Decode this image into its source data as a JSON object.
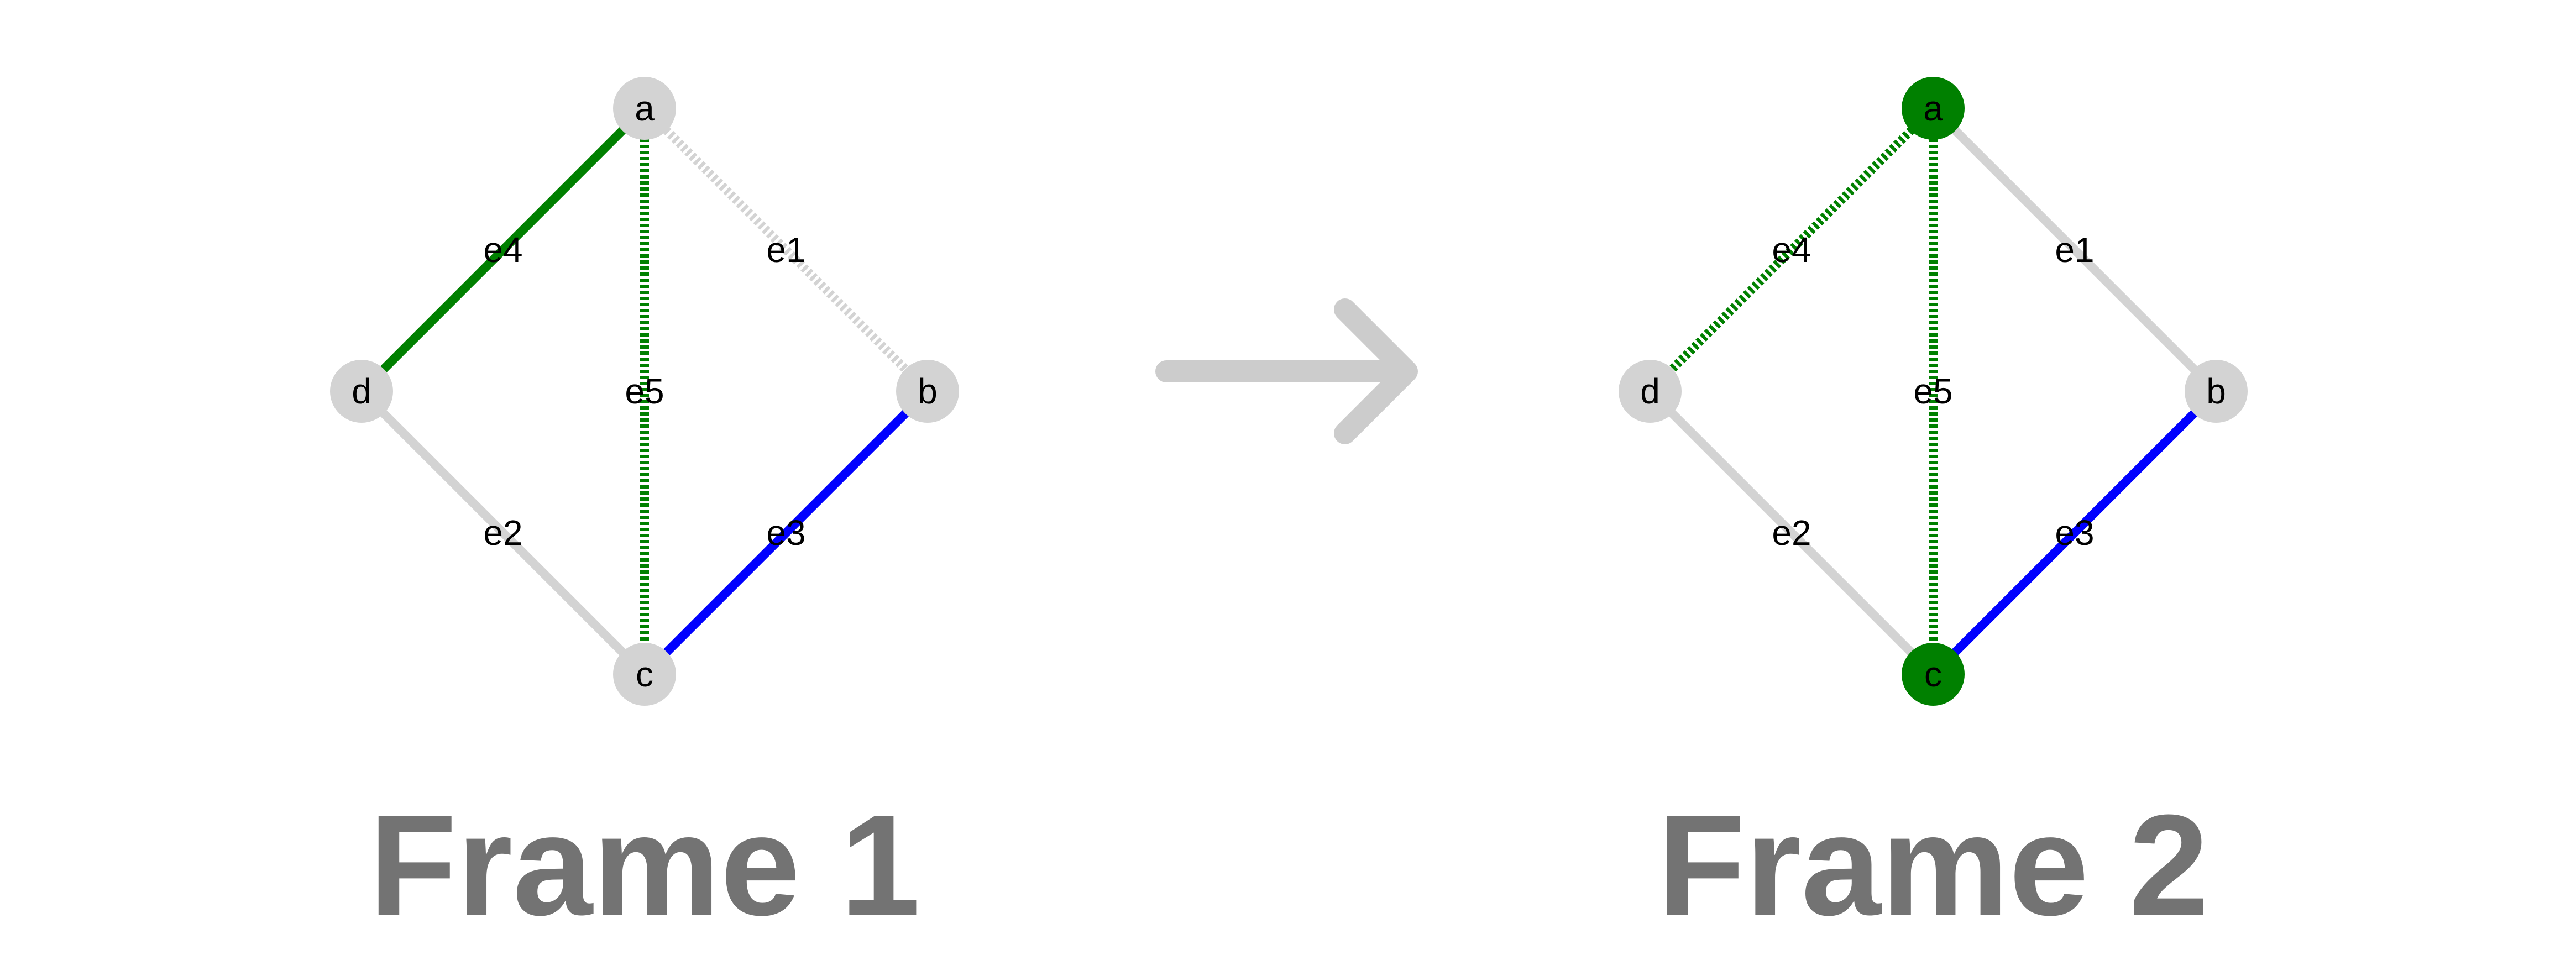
{
  "colors": {
    "background": "#ffffff",
    "node_default": "#d3d3d3",
    "node_active": "#008000",
    "edge_default": "#d3d3d3",
    "edge_green": "#008000",
    "edge_blue": "#0000ff",
    "arrow": "#cccccc",
    "title": "#737373"
  },
  "transition_arrow": {
    "icon": "right-arrow-icon"
  },
  "frames": [
    {
      "title": "Frame 1",
      "nodes": [
        {
          "id": "a",
          "label": "a",
          "state": "default"
        },
        {
          "id": "b",
          "label": "b",
          "state": "default"
        },
        {
          "id": "c",
          "label": "c",
          "state": "default"
        },
        {
          "id": "d",
          "label": "d",
          "state": "default"
        }
      ],
      "edges": [
        {
          "id": "e1",
          "label": "e1",
          "from": "a",
          "to": "b",
          "color": "lightgray",
          "style": "dotted"
        },
        {
          "id": "e2",
          "label": "e2",
          "from": "d",
          "to": "c",
          "color": "lightgray",
          "style": "solid"
        },
        {
          "id": "e3",
          "label": "e3",
          "from": "b",
          "to": "c",
          "color": "blue",
          "style": "solid"
        },
        {
          "id": "e4",
          "label": "e4",
          "from": "a",
          "to": "d",
          "color": "green",
          "style": "solid"
        },
        {
          "id": "e5",
          "label": "e5",
          "from": "a",
          "to": "c",
          "color": "green",
          "style": "dotted"
        }
      ]
    },
    {
      "title": "Frame 2",
      "nodes": [
        {
          "id": "a",
          "label": "a",
          "state": "active"
        },
        {
          "id": "b",
          "label": "b",
          "state": "default"
        },
        {
          "id": "c",
          "label": "c",
          "state": "active"
        },
        {
          "id": "d",
          "label": "d",
          "state": "default"
        }
      ],
      "edges": [
        {
          "id": "e1",
          "label": "e1",
          "from": "a",
          "to": "b",
          "color": "lightgray",
          "style": "solid"
        },
        {
          "id": "e2",
          "label": "e2",
          "from": "d",
          "to": "c",
          "color": "lightgray",
          "style": "solid"
        },
        {
          "id": "e3",
          "label": "e3",
          "from": "b",
          "to": "c",
          "color": "blue",
          "style": "solid"
        },
        {
          "id": "e4",
          "label": "e4",
          "from": "a",
          "to": "d",
          "color": "green",
          "style": "dotted"
        },
        {
          "id": "e5",
          "label": "e5",
          "from": "a",
          "to": "c",
          "color": "green",
          "style": "dotted"
        }
      ]
    }
  ]
}
